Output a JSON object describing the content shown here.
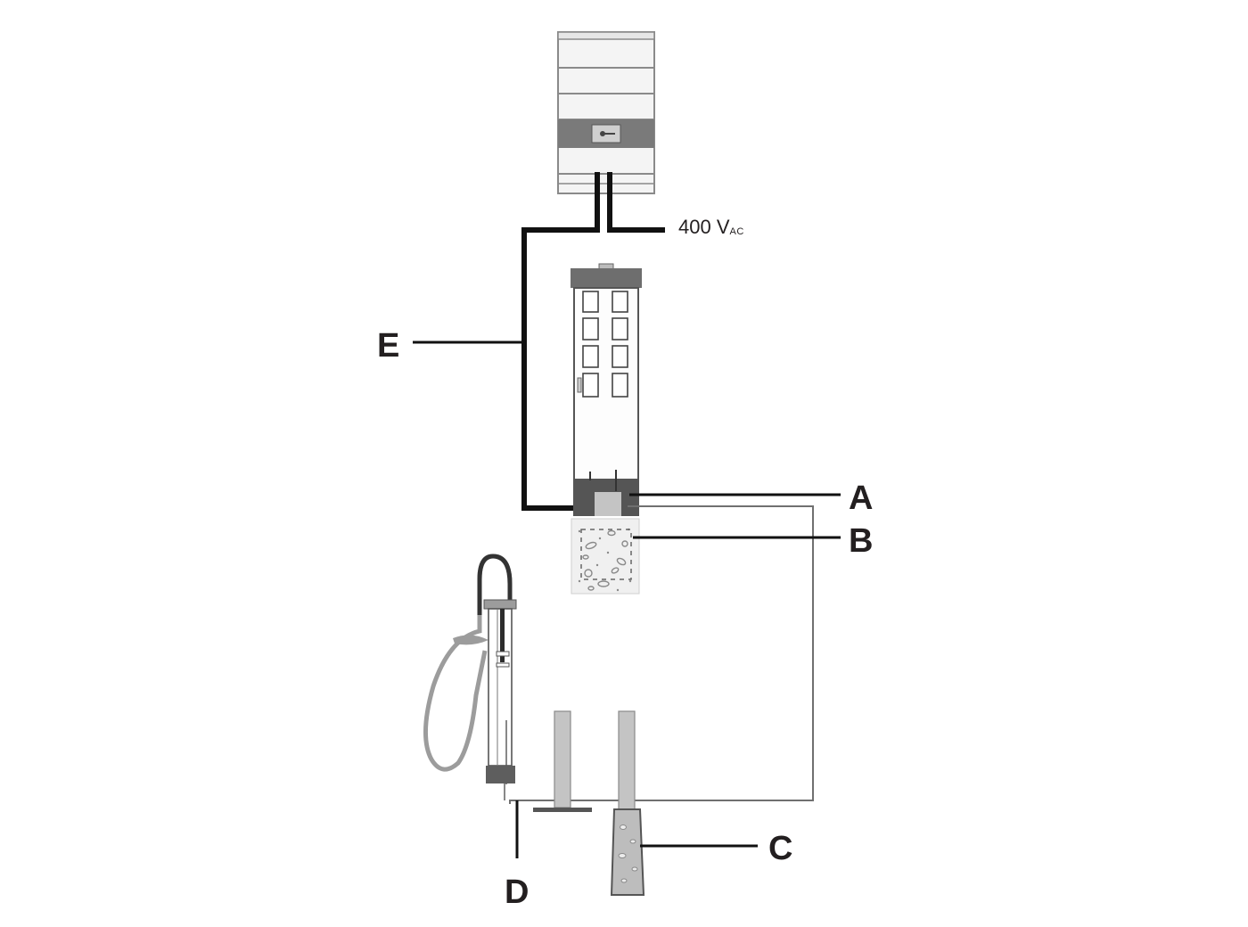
{
  "supply": {
    "voltage": "400 V",
    "subscript": "AC"
  },
  "labels": {
    "a": "A",
    "b": "B",
    "c": "C",
    "d": "D",
    "e": "E"
  }
}
